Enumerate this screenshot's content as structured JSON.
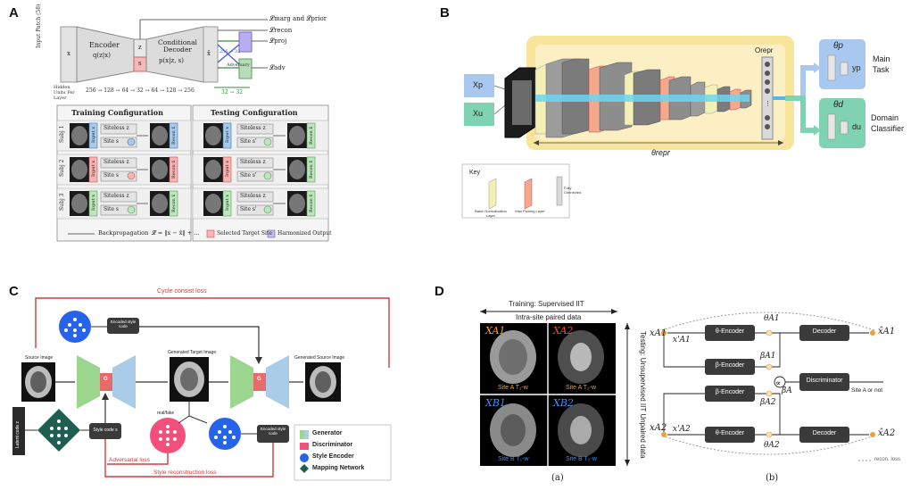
{
  "panels": {
    "A": {
      "letter": "A",
      "side_label": "Input Patch (58)",
      "encoder_label": "Encoder",
      "encoder_sub": "q(z|x)",
      "z_label": "z",
      "s_label": "s",
      "x_label": "x",
      "decoder_label": "Conditional Decoder",
      "decoder_sub": "p(x|z, s)",
      "xhat_label": "x̂",
      "dim_label": "256 → 32",
      "adversary_label": "Adversary",
      "loss_marg": "𝓛marg and 𝓛prior",
      "loss_recon": "𝓛recon",
      "loss_proj": "𝓛proj",
      "loss_adv": "𝓛adv",
      "hidden_units_label": "Hidden Units Per Layer",
      "hidden_units_seq": "256 → 128 → 64 → 32 → 64 → 128 → 256",
      "adv_units": "32 → 32",
      "training_title": "Training Configuration",
      "testing_title": "Testing Configuration",
      "subj": [
        "Subj 1",
        "Subj 2",
        "Subj 3"
      ],
      "input_label": "Input x",
      "siteless_label": "Siteless z",
      "site_label": "Site s",
      "site_prime_label": "Site s'",
      "recon_label": "Recon x̂",
      "backprop_label": "Backpropagation",
      "loss_formula": "𝓛 = ‖x − x̂‖ + ...",
      "legend_selected": "Selected Target Site",
      "legend_harmonized": "Harmonized Output"
    },
    "B": {
      "letter": "B",
      "xp": "Xp",
      "xu": "Xu",
      "theta_repr": "θrepr",
      "o_repr": "Orepr",
      "theta_p": "θp",
      "theta_d": "θd",
      "y_p": "yp",
      "d_u": "du",
      "main_task": "Main Task",
      "domain_classifier": "Domain Classifier",
      "key_title": "Key",
      "key_bn": "Batch Normalisation Layer",
      "key_mp": "Max Pooling Layer",
      "key_fc": "Fully Connected"
    },
    "C": {
      "letter": "C",
      "cycle_loss": "Cycle consist loss",
      "encoded_style_top": "Encoded style code",
      "source_image": "Source Image",
      "generated_target": "Generated Target Image",
      "generated_source": "Generated Source Image",
      "g_label": "G",
      "latent_code": "Latent code z",
      "style_code": "Style code s",
      "real_fake": "real/fake",
      "encoded_style_right": "Encoded style code",
      "adversarial_loss": "Adversarial loss",
      "style_recon_loss": "Style reconstruction loss",
      "legend": [
        "Generator",
        "Discriminator",
        "Style Encoder",
        "Mapping Network"
      ]
    },
    "D": {
      "letter": "D",
      "training_title": "Training: Supervised IIT",
      "training_sub": "Intra-site paired data",
      "testing_label": "Testing: Unsupervised IIT Unpaired data",
      "site_a_t1": "Site A T₁-w",
      "site_a_t2": "Site A T₂-w",
      "site_b_t1": "Site B T₁-w",
      "site_b_t2": "Site B T₂-w",
      "x_a1_img": "XA1",
      "x_a2_img": "XA2",
      "x_b1_img": "XB1",
      "x_b2_img": "XB2",
      "caption_a": "(a)",
      "caption_b": "(b)",
      "theta_encoder": "θ-Encoder",
      "beta_encoder": "β-Encoder",
      "decoder": "Decoder",
      "discriminator": "Discriminator",
      "site_a_or_not": "Site A or not",
      "recon_loss": "recon. loss",
      "x_a1": "xA1",
      "x_a1p": "x'A1",
      "x_a2": "xA2",
      "x_a2p": "x'A2",
      "theta_a1": "θA1",
      "theta_a2": "θA2",
      "beta_a1": "βA1",
      "beta_a2": "βA2",
      "beta_a": "β̄A",
      "xhat_a1": "x̂A1",
      "xhat_a2": "x̂A2"
    }
  },
  "colors": {
    "yellow_bg": "#f7e08a",
    "blue_box": "#a9c8ef",
    "green_box": "#7fd3b3",
    "red_loss": "#d83a3a",
    "gen_green": "#9bd58e",
    "gen_blue": "#a9cce8",
    "disc_pink": "#f2507a",
    "enc_blue": "#2563eb",
    "map_teal": "#1f5f52",
    "dark_box": "#3a3a3a"
  }
}
